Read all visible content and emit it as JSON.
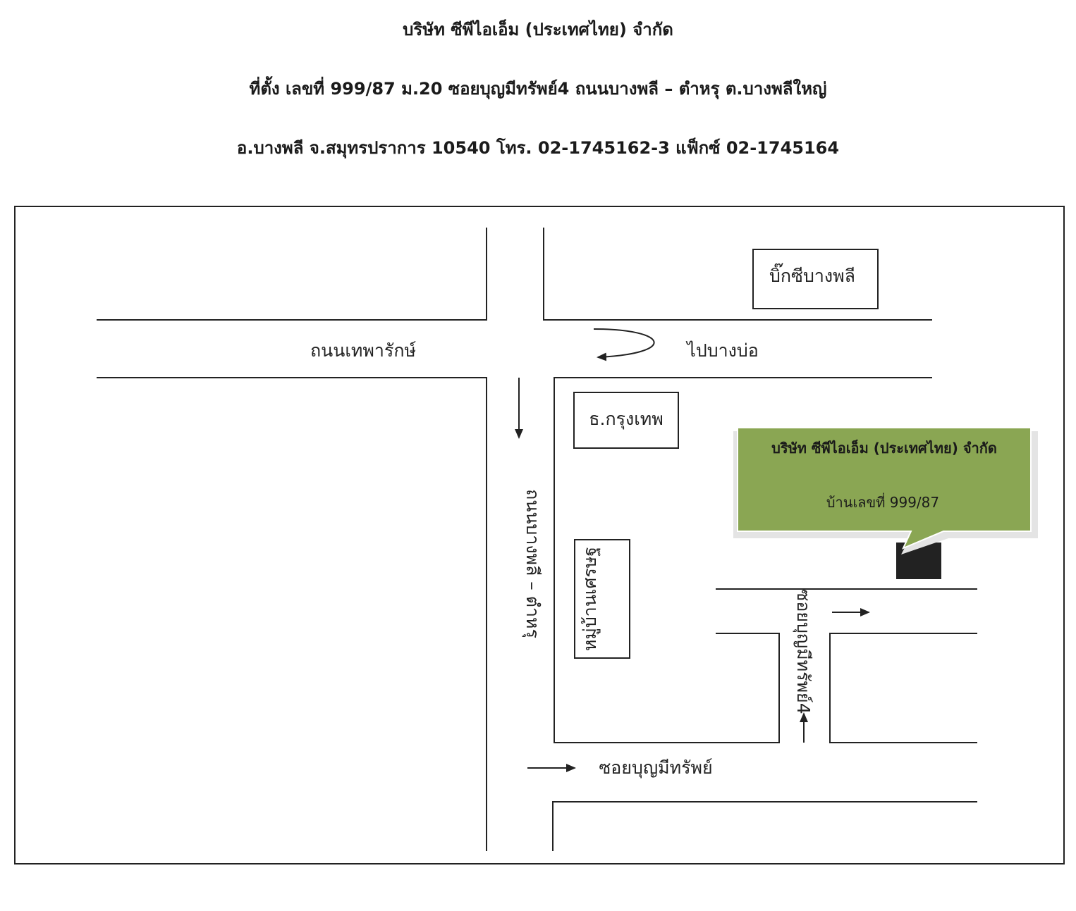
{
  "header": {
    "company": "บริษัท ซีพีไอเอ็ม (ประเทศไทย) จำกัด",
    "address_line1": "ที่ตั้ง เลขที่ 999/87 ม.20 ซอยบุญมีทรัพย์4  ถนนบางพลี – ตำหรุ  ต.บางพลีใหญ่",
    "address_line2": "อ.บางพลี จ.สมุทรปราการ  10540  โทร. 02-1745162-3  แฟ็กซ์ 02-1745164"
  },
  "map": {
    "landmarks": {
      "bigc": "บิ๊กซีบางพลี",
      "bank": "ธ.กรุงเทพ",
      "village": "หมู่บ้านเศรษฐ"
    },
    "roads": {
      "thepharak": "ถนนเทพารักษ์",
      "to_bangbo": "ไปบางบ่อ",
      "bangphli_tamru": "ถนนบางพลี – ตำหรุ",
      "soi_boonmeesap": "ซอยบุญมีทรัพย์",
      "soi_boonmeesap4": "ซอยบุญมีทรัพย์4"
    },
    "callout": {
      "company": "บริษัท ซีพีไอเอ็ม (ประเทศไทย) จำกัด",
      "house_no": "บ้านเลขที่   999/87",
      "color": "#8aa653"
    },
    "building_color": "#222222"
  }
}
